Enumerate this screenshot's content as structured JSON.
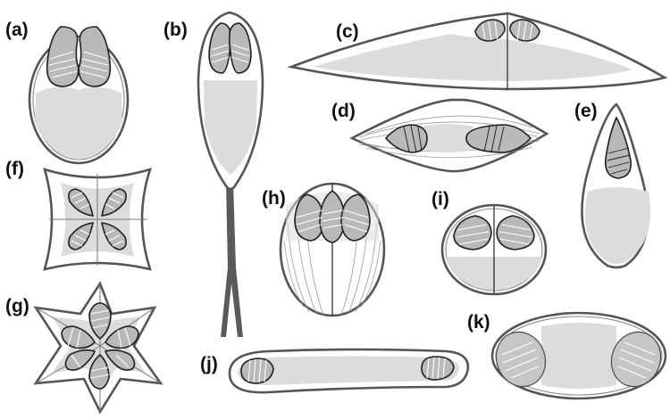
{
  "figure": {
    "panel_labels": {
      "a": "(a)",
      "b": "(b)",
      "c": "(c)",
      "d": "(d)",
      "e": "(e)",
      "f": "(f)",
      "g": "(g)",
      "h": "(h)",
      "i": "(i)",
      "j": "(j)",
      "k": "(k)"
    }
  }
}
